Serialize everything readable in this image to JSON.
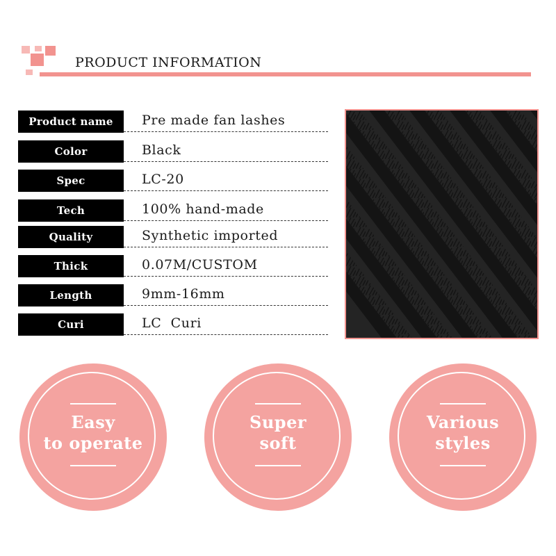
{
  "header": {
    "title": "PRODUCT INFORMATION"
  },
  "specs": [
    {
      "label": "Product name",
      "value": "Pre made fan lashes"
    },
    {
      "label": "Color",
      "value": "Black"
    },
    {
      "label": "Spec",
      "value": "LC-20"
    },
    {
      "label": "Tech",
      "value": "100% hand-made"
    },
    {
      "label": "Quality",
      "value": "Synthetic imported"
    },
    {
      "label": "Thick",
      "value": "0.07M/CUSTOM"
    },
    {
      "label": "Length",
      "value": "9mm-16mm"
    },
    {
      "label": "Curi",
      "value": "LC  Curi"
    }
  ],
  "features": [
    {
      "line1": "Easy",
      "line2": "to operate"
    },
    {
      "line1": "Super",
      "line2": "soft"
    },
    {
      "line1": "Various",
      "line2": "styles"
    }
  ],
  "colors": {
    "accent": "#f2938f",
    "circle": "#f4a3a0",
    "label_bg": "#000000"
  }
}
